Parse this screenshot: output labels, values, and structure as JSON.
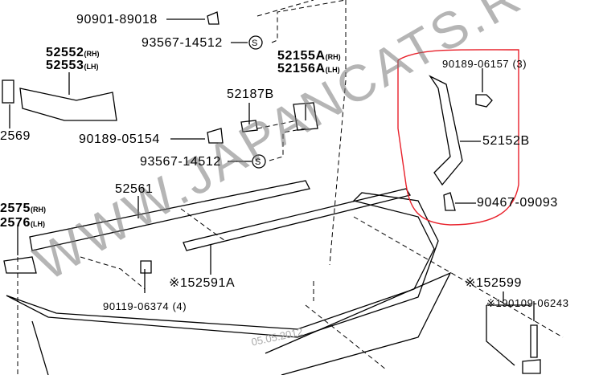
{
  "labels": {
    "p1": "90901-89018",
    "p2": "93567-14512",
    "p3a": "52552",
    "p3b": "(RH)",
    "p4a": "52553",
    "p4b": "(LH)",
    "p5a": "52155A",
    "p5b": "(RH)",
    "p6a": "52156A",
    "p6b": "(LH)",
    "p7": "52187B",
    "p8": "2569",
    "p9": "90189-05154",
    "p10": "93567-14512",
    "p11": "52561",
    "p12": "90189-06157 (3)",
    "p13": "52152B",
    "p14": "90467-09093",
    "p15a": "2575",
    "p15b": "(RH)",
    "p16a": "2576",
    "p16b": "(LH)",
    "p17": "※152591A",
    "p18": "90119-06374 (4)",
    "p19": "※152599",
    "p20": "※190109-06243",
    "s1": "S",
    "s2": "S"
  },
  "watermark": "WWW.JAPANCATS.RU",
  "date": "05.05.2012",
  "highlight_color": "#e8202a"
}
